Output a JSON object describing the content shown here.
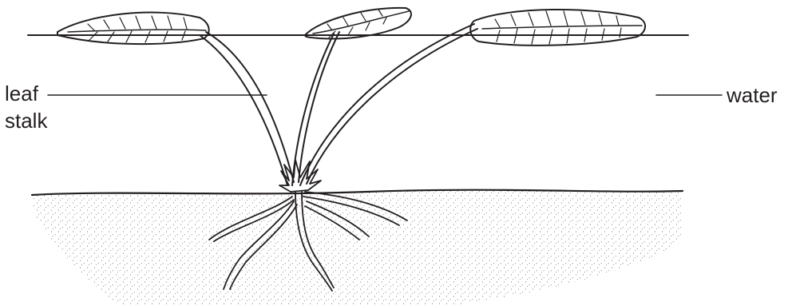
{
  "labels": {
    "leaf_stalk": [
      "leaf",
      "stalk"
    ],
    "water": "water"
  },
  "colors": {
    "ink": "#231f20",
    "background": "#ffffff",
    "sediment_dots": "#555555"
  }
}
